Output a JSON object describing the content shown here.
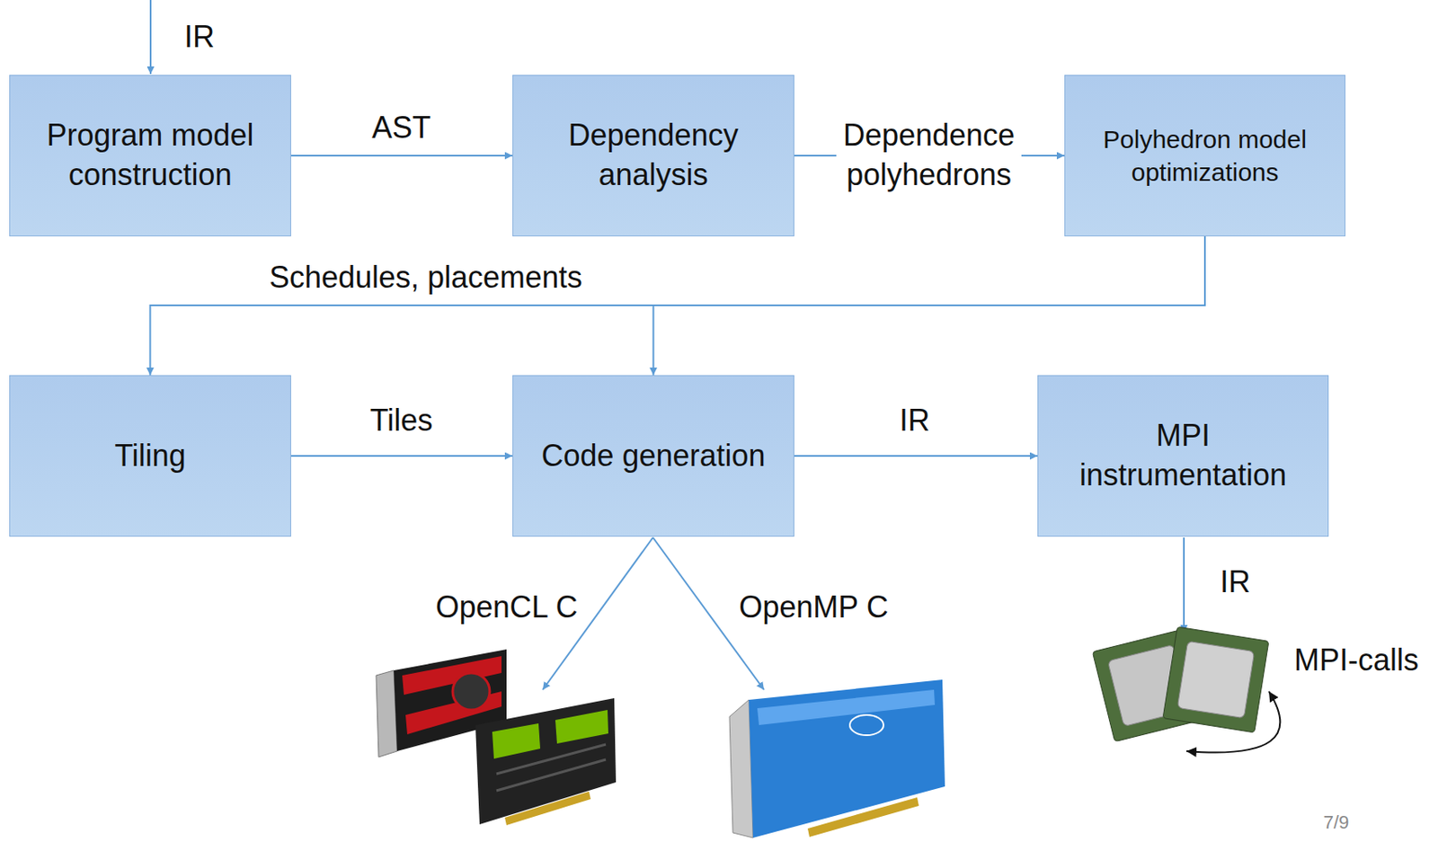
{
  "diagram": {
    "nodes": [
      {
        "text": [
          "Program model construction"
        ]
      },
      {
        "text": [
          "Dependency analysis"
        ]
      },
      {
        "text": [
          "Polyhedron model optimizations"
        ]
      },
      {
        "text": [
          "Tiling"
        ]
      },
      {
        "text": [
          "Code generation"
        ]
      },
      {
        "text": [
          "MPI instrumentation"
        ]
      }
    ],
    "edges": [
      {
        "from": 0,
        "to": 1,
        "label": "AST",
        "arrow": "to"
      },
      {
        "from": 1,
        "to": 2,
        "label": "Dependence polyhedrons",
        "arrow": "to"
      },
      {
        "from": 2,
        "to": 3,
        "label": "Schedules, placements",
        "arrow": "to"
      },
      {
        "from": 2,
        "to": 4,
        "arrow": "to"
      },
      {
        "from": 3,
        "to": 4,
        "label": "Tiles",
        "arrow": "to"
      },
      {
        "from": 4,
        "to": 5,
        "label": "IR",
        "arrow": "to"
      }
    ],
    "labels": [
      "IR",
      "OpenCL C",
      "OpenMP C",
      "IR",
      "MPI-calls",
      "7/9"
    ]
  }
}
